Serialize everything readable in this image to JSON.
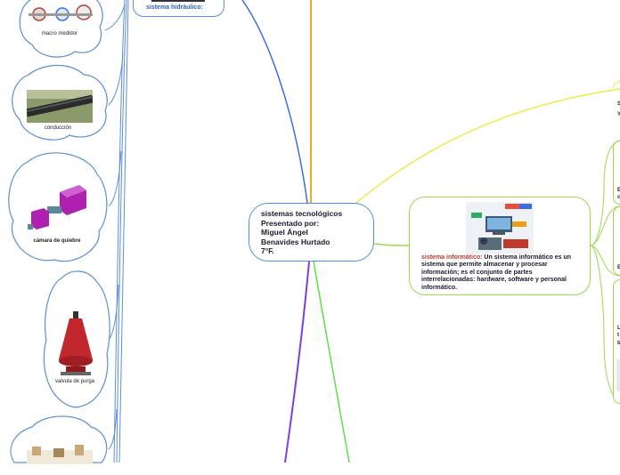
{
  "central": {
    "line1": "sistemas tecnológicos",
    "line2": "Presentado por:",
    "line3": "Miguel Ángel",
    "line4": "Benavides Hurtado",
    "line5": "7°F."
  },
  "info": {
    "label": "sistema informático:",
    "text": " Un sistema informático es un sistema que permite almacenar y procesar información; es el conjunto de partes interrelacionadas: hardware, software y personal informático."
  },
  "hidraulico": {
    "label": "sistema hidráulico:"
  },
  "left_nodes": [
    {
      "caption": "macro medidor"
    },
    {
      "caption": "conducción"
    },
    {
      "caption": "cámara de quiebre"
    },
    {
      "caption": "valvula de purga"
    }
  ],
  "right_edge": [
    "S",
    "Y",
    "E",
    "c",
    "E",
    "L",
    "t",
    "b"
  ],
  "colors": {
    "central_border": "#4a90e2",
    "info_border": "#9ad94a",
    "orange_branch": "#f5a623",
    "yellow_branch": "#f0e94a",
    "blue_branch": "#3b6fe0",
    "purple_branch": "#7b3fe4",
    "green_branch": "#5ee04a",
    "info_label": "#c0392b"
  }
}
